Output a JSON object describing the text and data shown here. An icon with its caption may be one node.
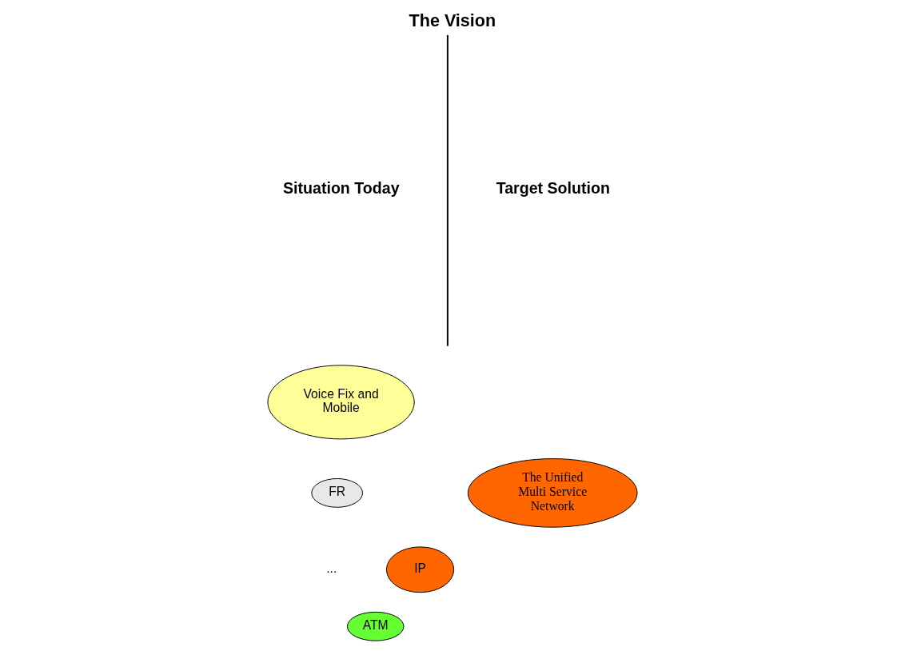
{
  "diagram": {
    "title": "The Vision",
    "nodes": [
      {
        "text": [
          "Voice Fix and Mobile"
        ]
      },
      {
        "text": [
          "FR"
        ]
      },
      {
        "text": [
          "IP"
        ]
      },
      {
        "text": [
          "ATM"
        ]
      },
      {
        "text": [
          "The Unified Multi Service Network"
        ]
      }
    ],
    "labels": [
      "Situation Today",
      "Target Solution",
      "..."
    ]
  }
}
